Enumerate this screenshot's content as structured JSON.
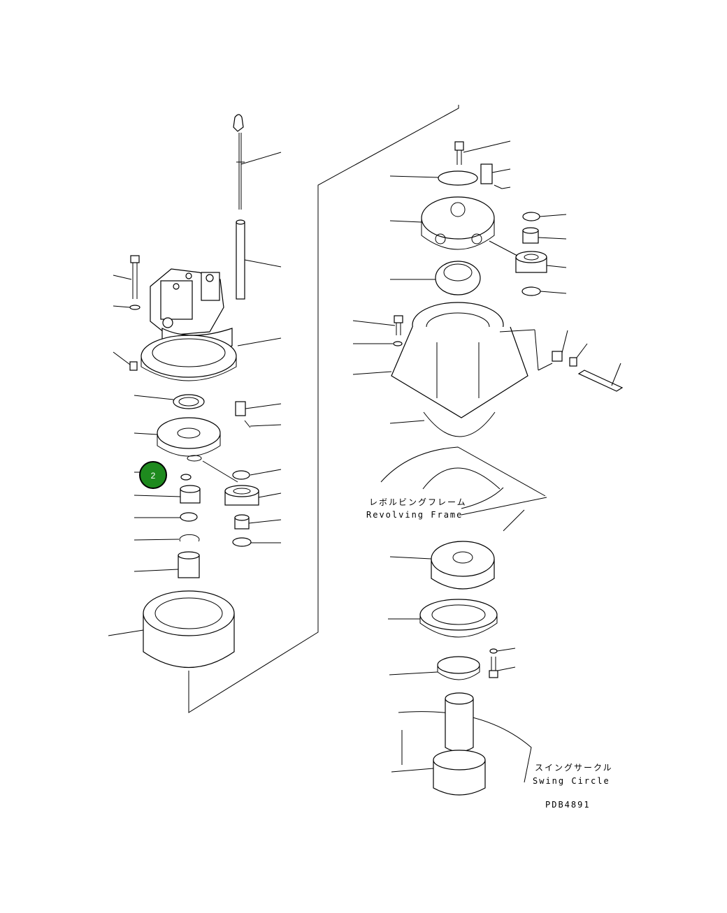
{
  "labels": {
    "revolving_frame_jp": "レボルビングフレーム",
    "revolving_frame_en": "Revolving Frame",
    "swing_circle_jp": "スイングサークル",
    "swing_circle_en": "Swing Circle",
    "drawing_id": "PDB4891"
  },
  "callout": {
    "number": "2",
    "color": "#1e8a1e"
  }
}
